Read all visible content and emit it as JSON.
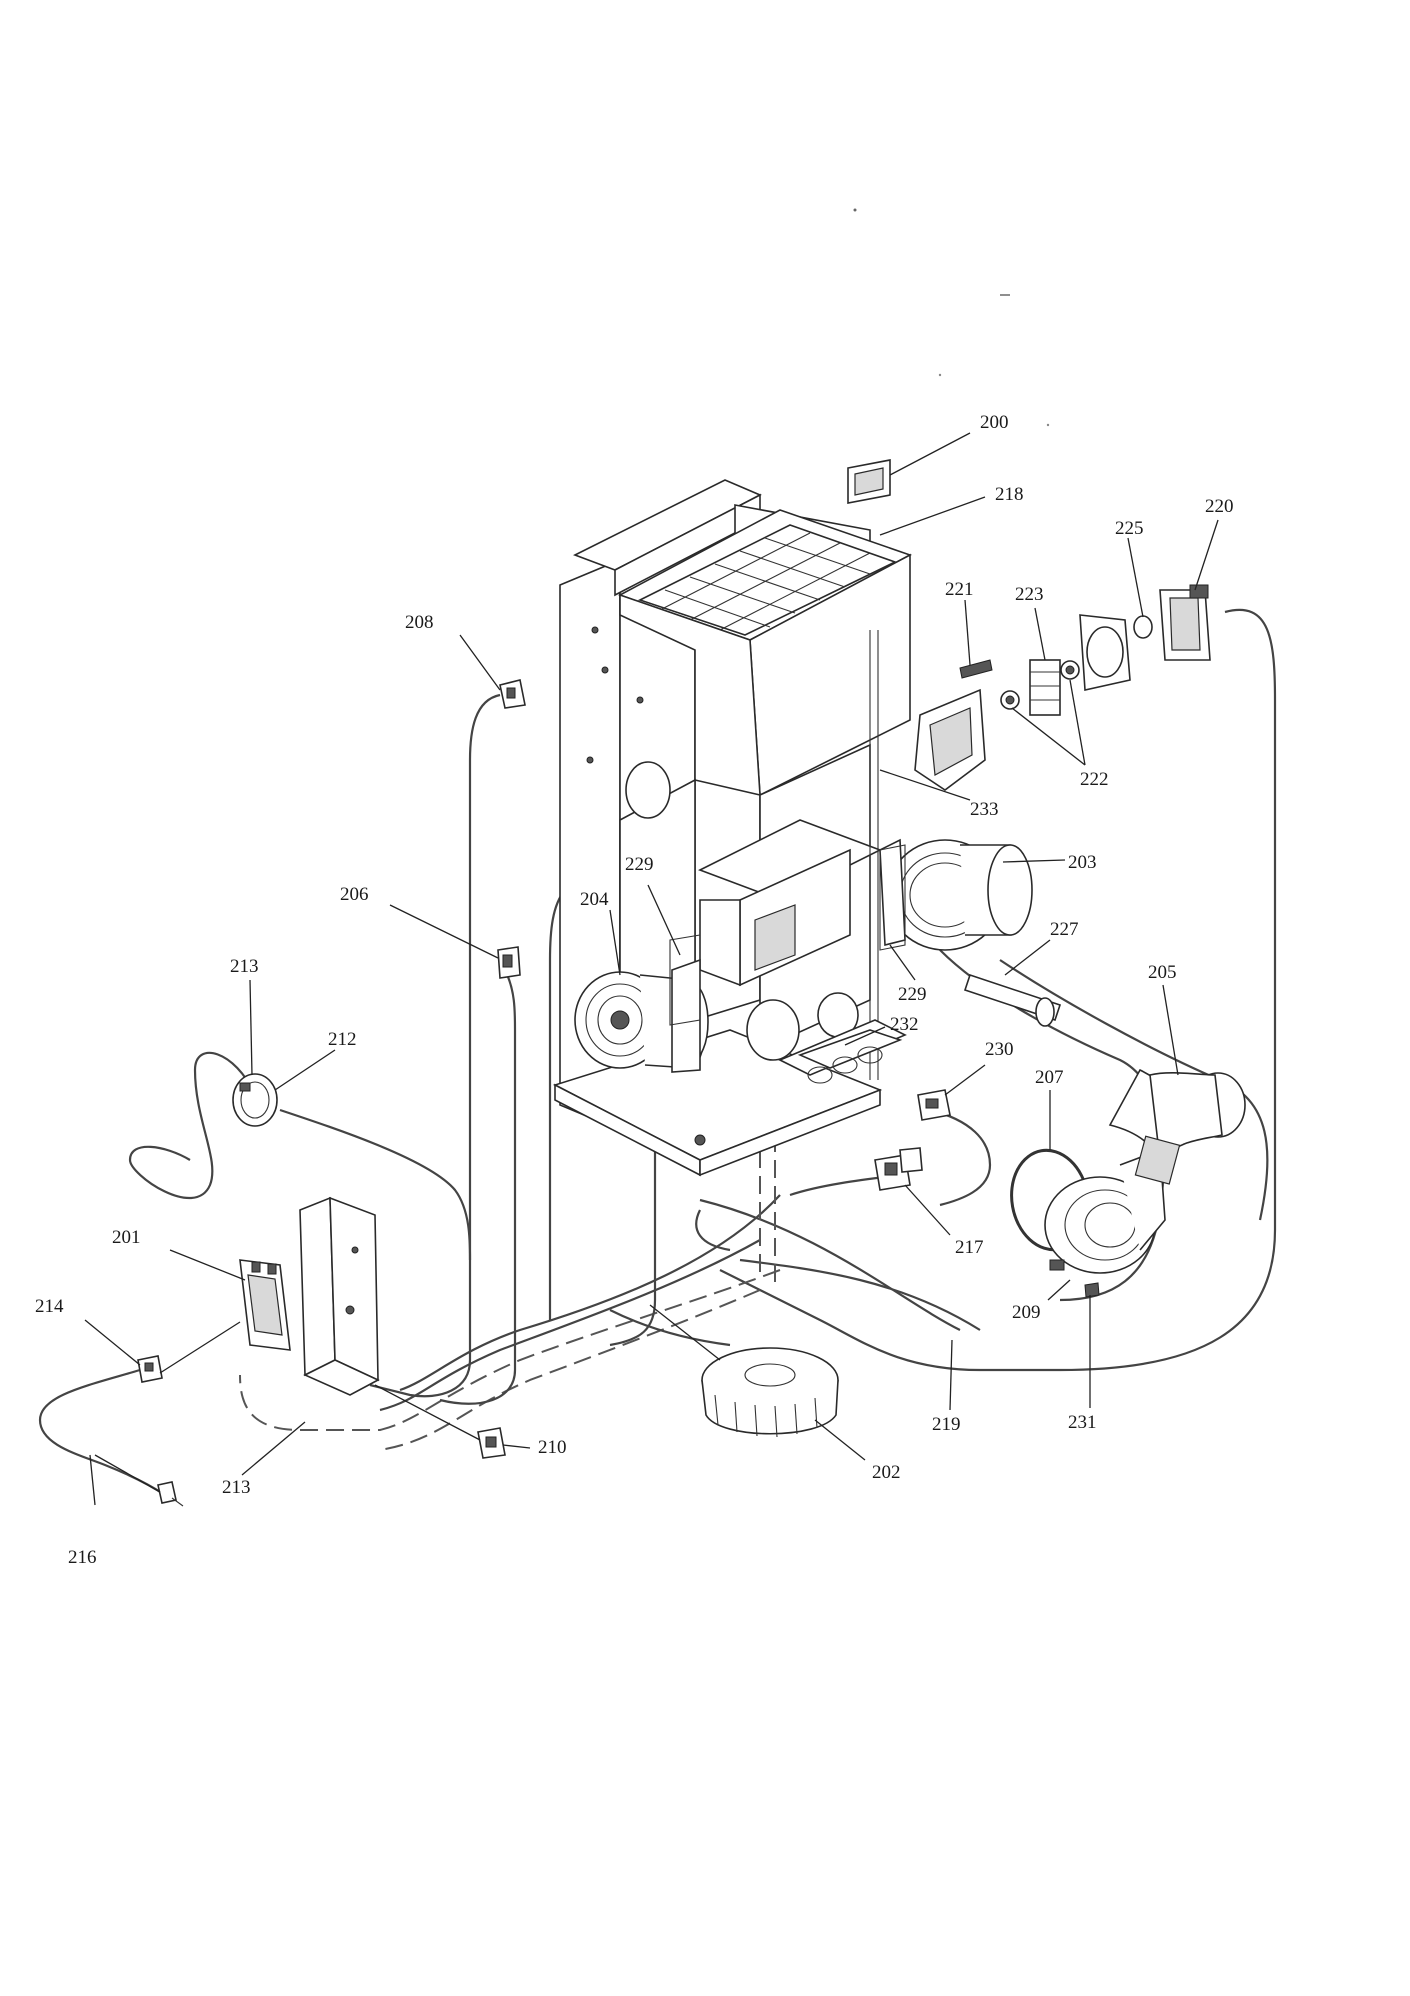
{
  "callouts": [
    {
      "id": "200",
      "text": "200"
    },
    {
      "id": "218",
      "text": "218"
    },
    {
      "id": "225",
      "text": "225"
    },
    {
      "id": "220",
      "text": "220"
    },
    {
      "id": "221",
      "text": "221"
    },
    {
      "id": "223",
      "text": "223"
    },
    {
      "id": "208",
      "text": "208"
    },
    {
      "id": "222",
      "text": "222"
    },
    {
      "id": "233",
      "text": "233"
    },
    {
      "id": "229a",
      "text": "229"
    },
    {
      "id": "203",
      "text": "203"
    },
    {
      "id": "206",
      "text": "206"
    },
    {
      "id": "204",
      "text": "204"
    },
    {
      "id": "227",
      "text": "227"
    },
    {
      "id": "229b",
      "text": "229"
    },
    {
      "id": "213a",
      "text": "213"
    },
    {
      "id": "205",
      "text": "205"
    },
    {
      "id": "232",
      "text": "232"
    },
    {
      "id": "212",
      "text": "212"
    },
    {
      "id": "230",
      "text": "230"
    },
    {
      "id": "207",
      "text": "207"
    },
    {
      "id": "201",
      "text": "201"
    },
    {
      "id": "217",
      "text": "217"
    },
    {
      "id": "214",
      "text": "214"
    },
    {
      "id": "209",
      "text": "209"
    },
    {
      "id": "219",
      "text": "219"
    },
    {
      "id": "231",
      "text": "231"
    },
    {
      "id": "210",
      "text": "210"
    },
    {
      "id": "213b",
      "text": "213"
    },
    {
      "id": "202",
      "text": "202"
    },
    {
      "id": "216",
      "text": "216"
    }
  ]
}
